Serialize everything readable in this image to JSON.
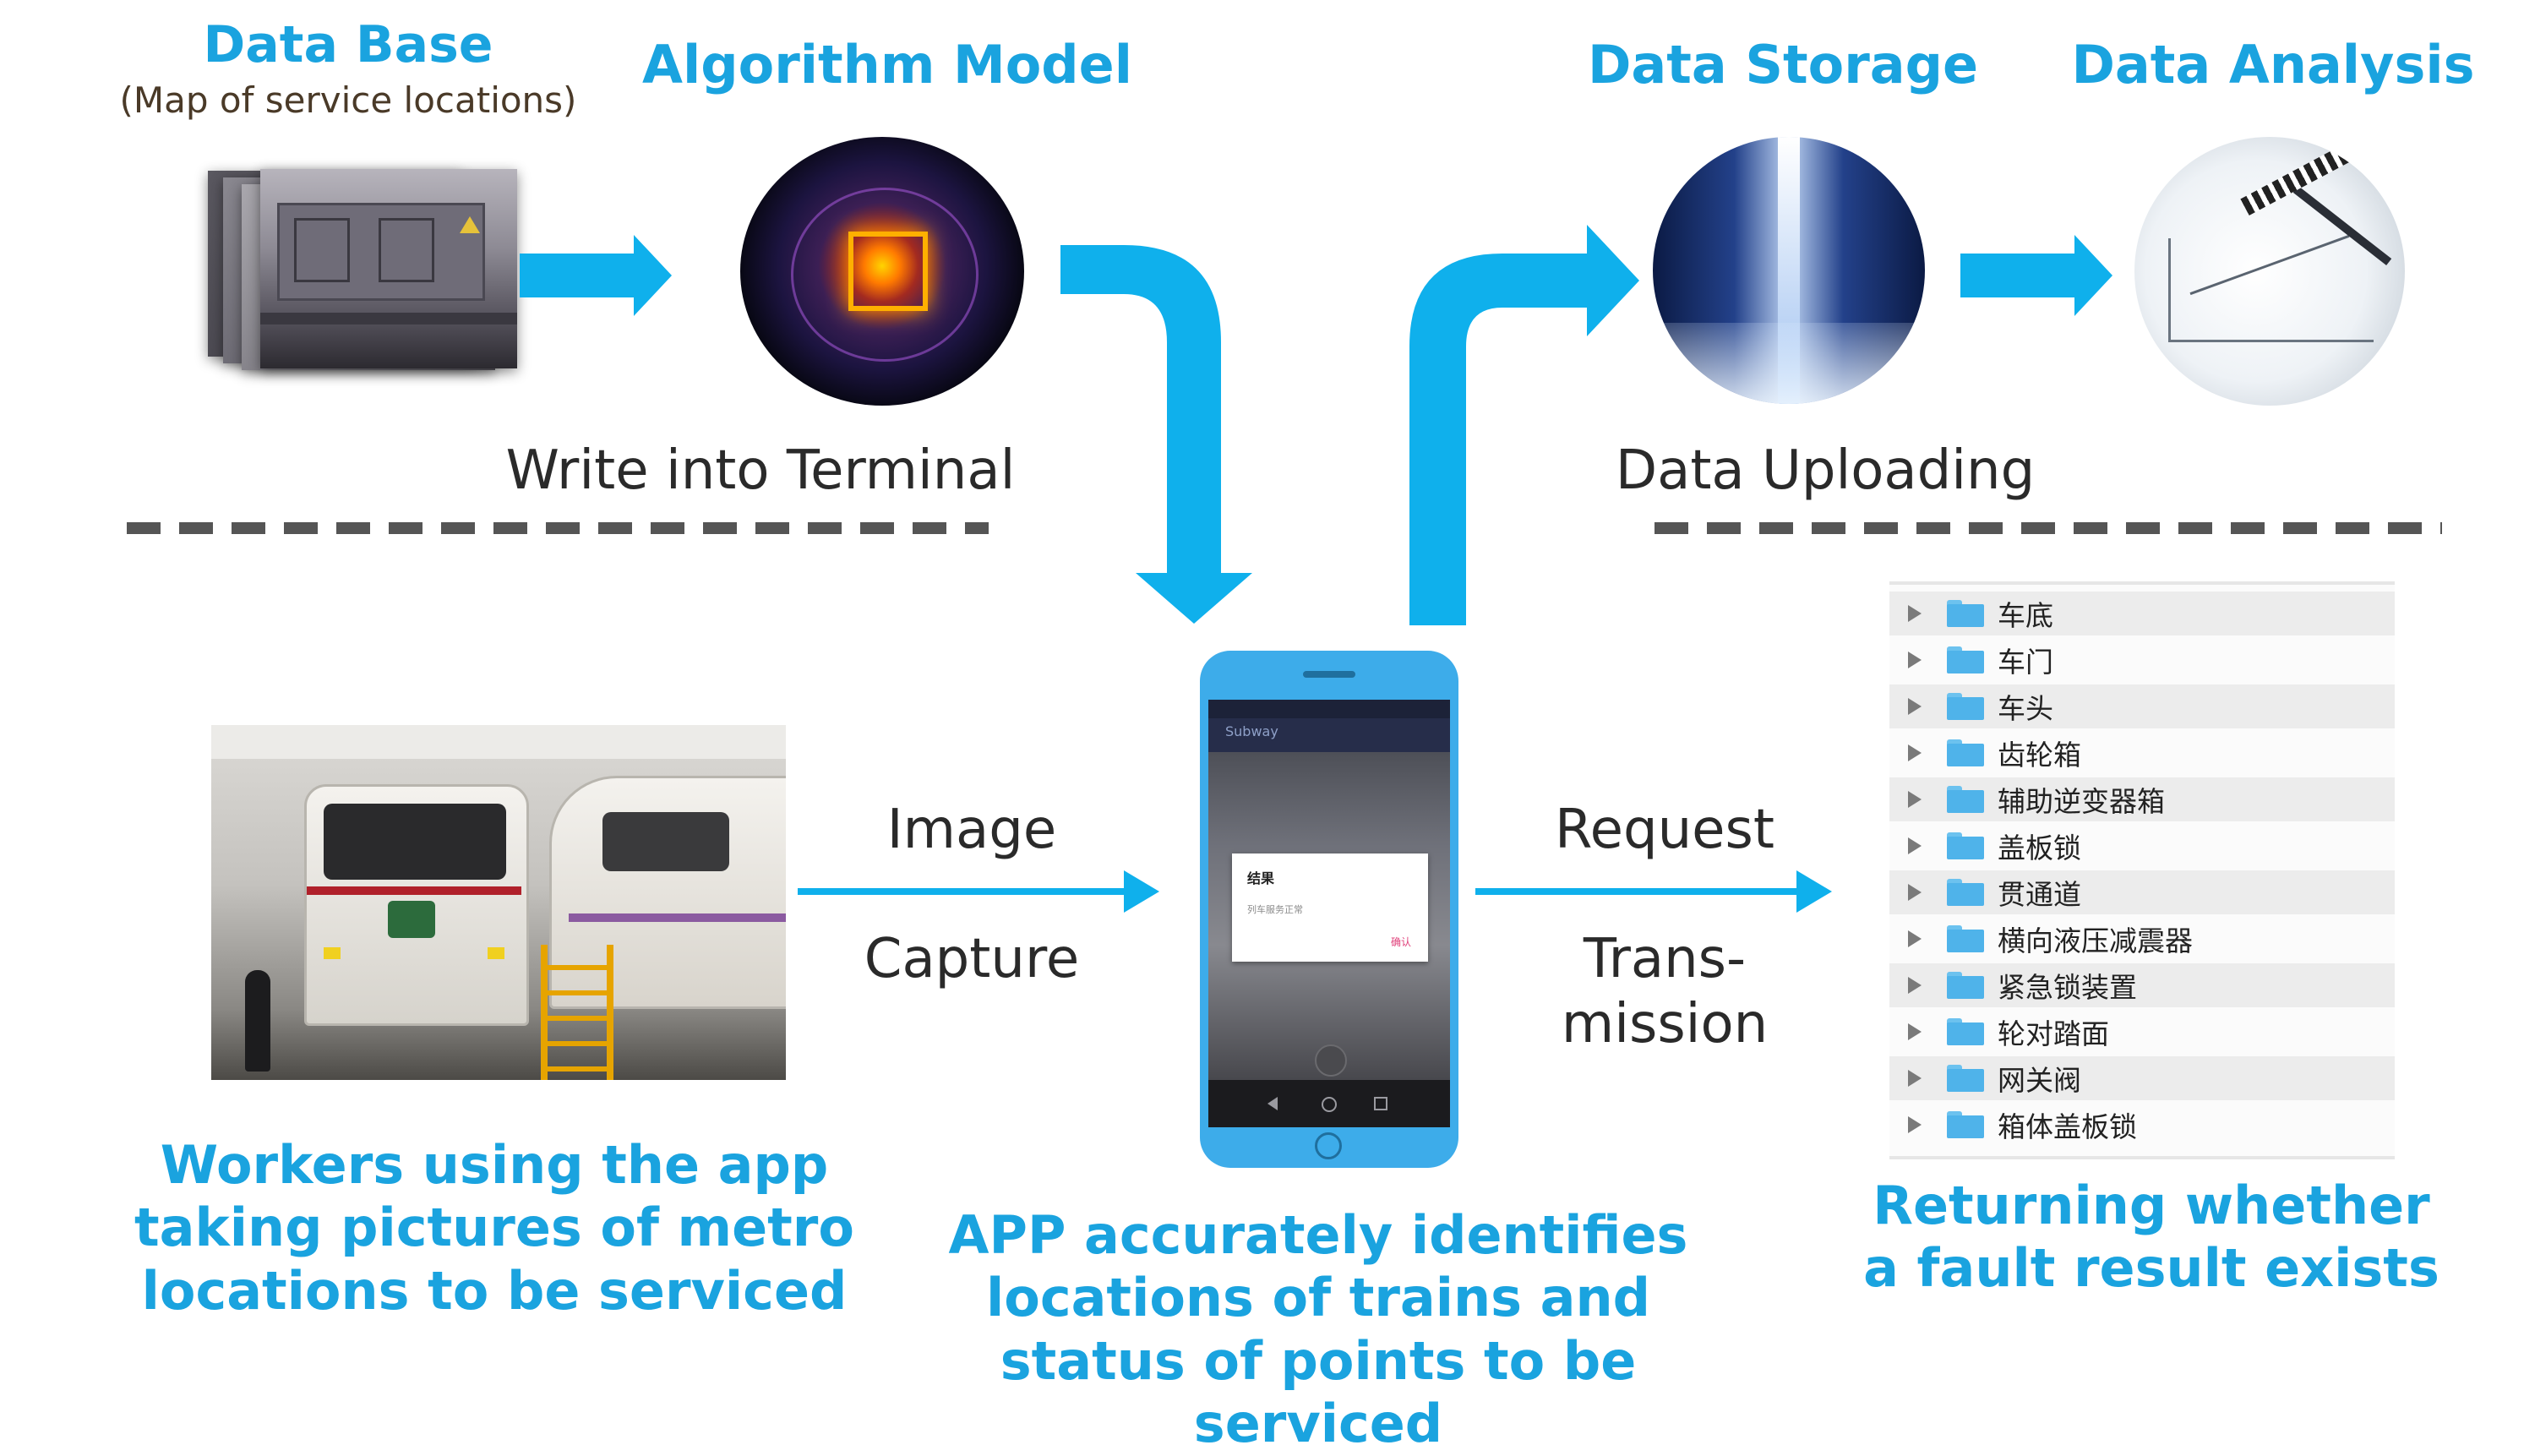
{
  "top": {
    "database_title": "Data Base",
    "database_subtitle": "(Map of service locations)",
    "algorithm_title": "Algorithm Model",
    "storage_title": "Data Storage",
    "analysis_title": "Data Analysis",
    "write_terminal": "Write into Terminal",
    "data_uploading": "Data Uploading"
  },
  "middle": {
    "image_capture_line1": "Image",
    "image_capture_line2": "Capture",
    "request_line1": "Request",
    "request_line2": "Trans-",
    "request_line3": "mission"
  },
  "phone": {
    "app_title": "Subway",
    "dialog_title": "结果",
    "dialog_text": "列车服务正常",
    "dialog_button": "确认"
  },
  "captions": {
    "workers": [
      "Workers using the app",
      "taking pictures of metro",
      "locations to be serviced"
    ],
    "app": [
      "APP accurately identifies",
      "locations of trains and",
      "status of points to be serviced"
    ],
    "returning": [
      "Returning whether",
      "a fault result exists"
    ]
  },
  "folders": [
    "车底",
    "车门",
    "车头",
    "齿轮箱",
    "辅助逆变器箱",
    "盖板锁",
    "贯通道",
    "横向液压减震器",
    "紧急锁装置",
    "轮对踏面",
    "网关阀",
    "箱体盖板锁"
  ],
  "colors": {
    "accent": "#1aa3df",
    "arrow": "#0fb0ec",
    "text": "#2a2a2a",
    "dash": "#555555"
  }
}
